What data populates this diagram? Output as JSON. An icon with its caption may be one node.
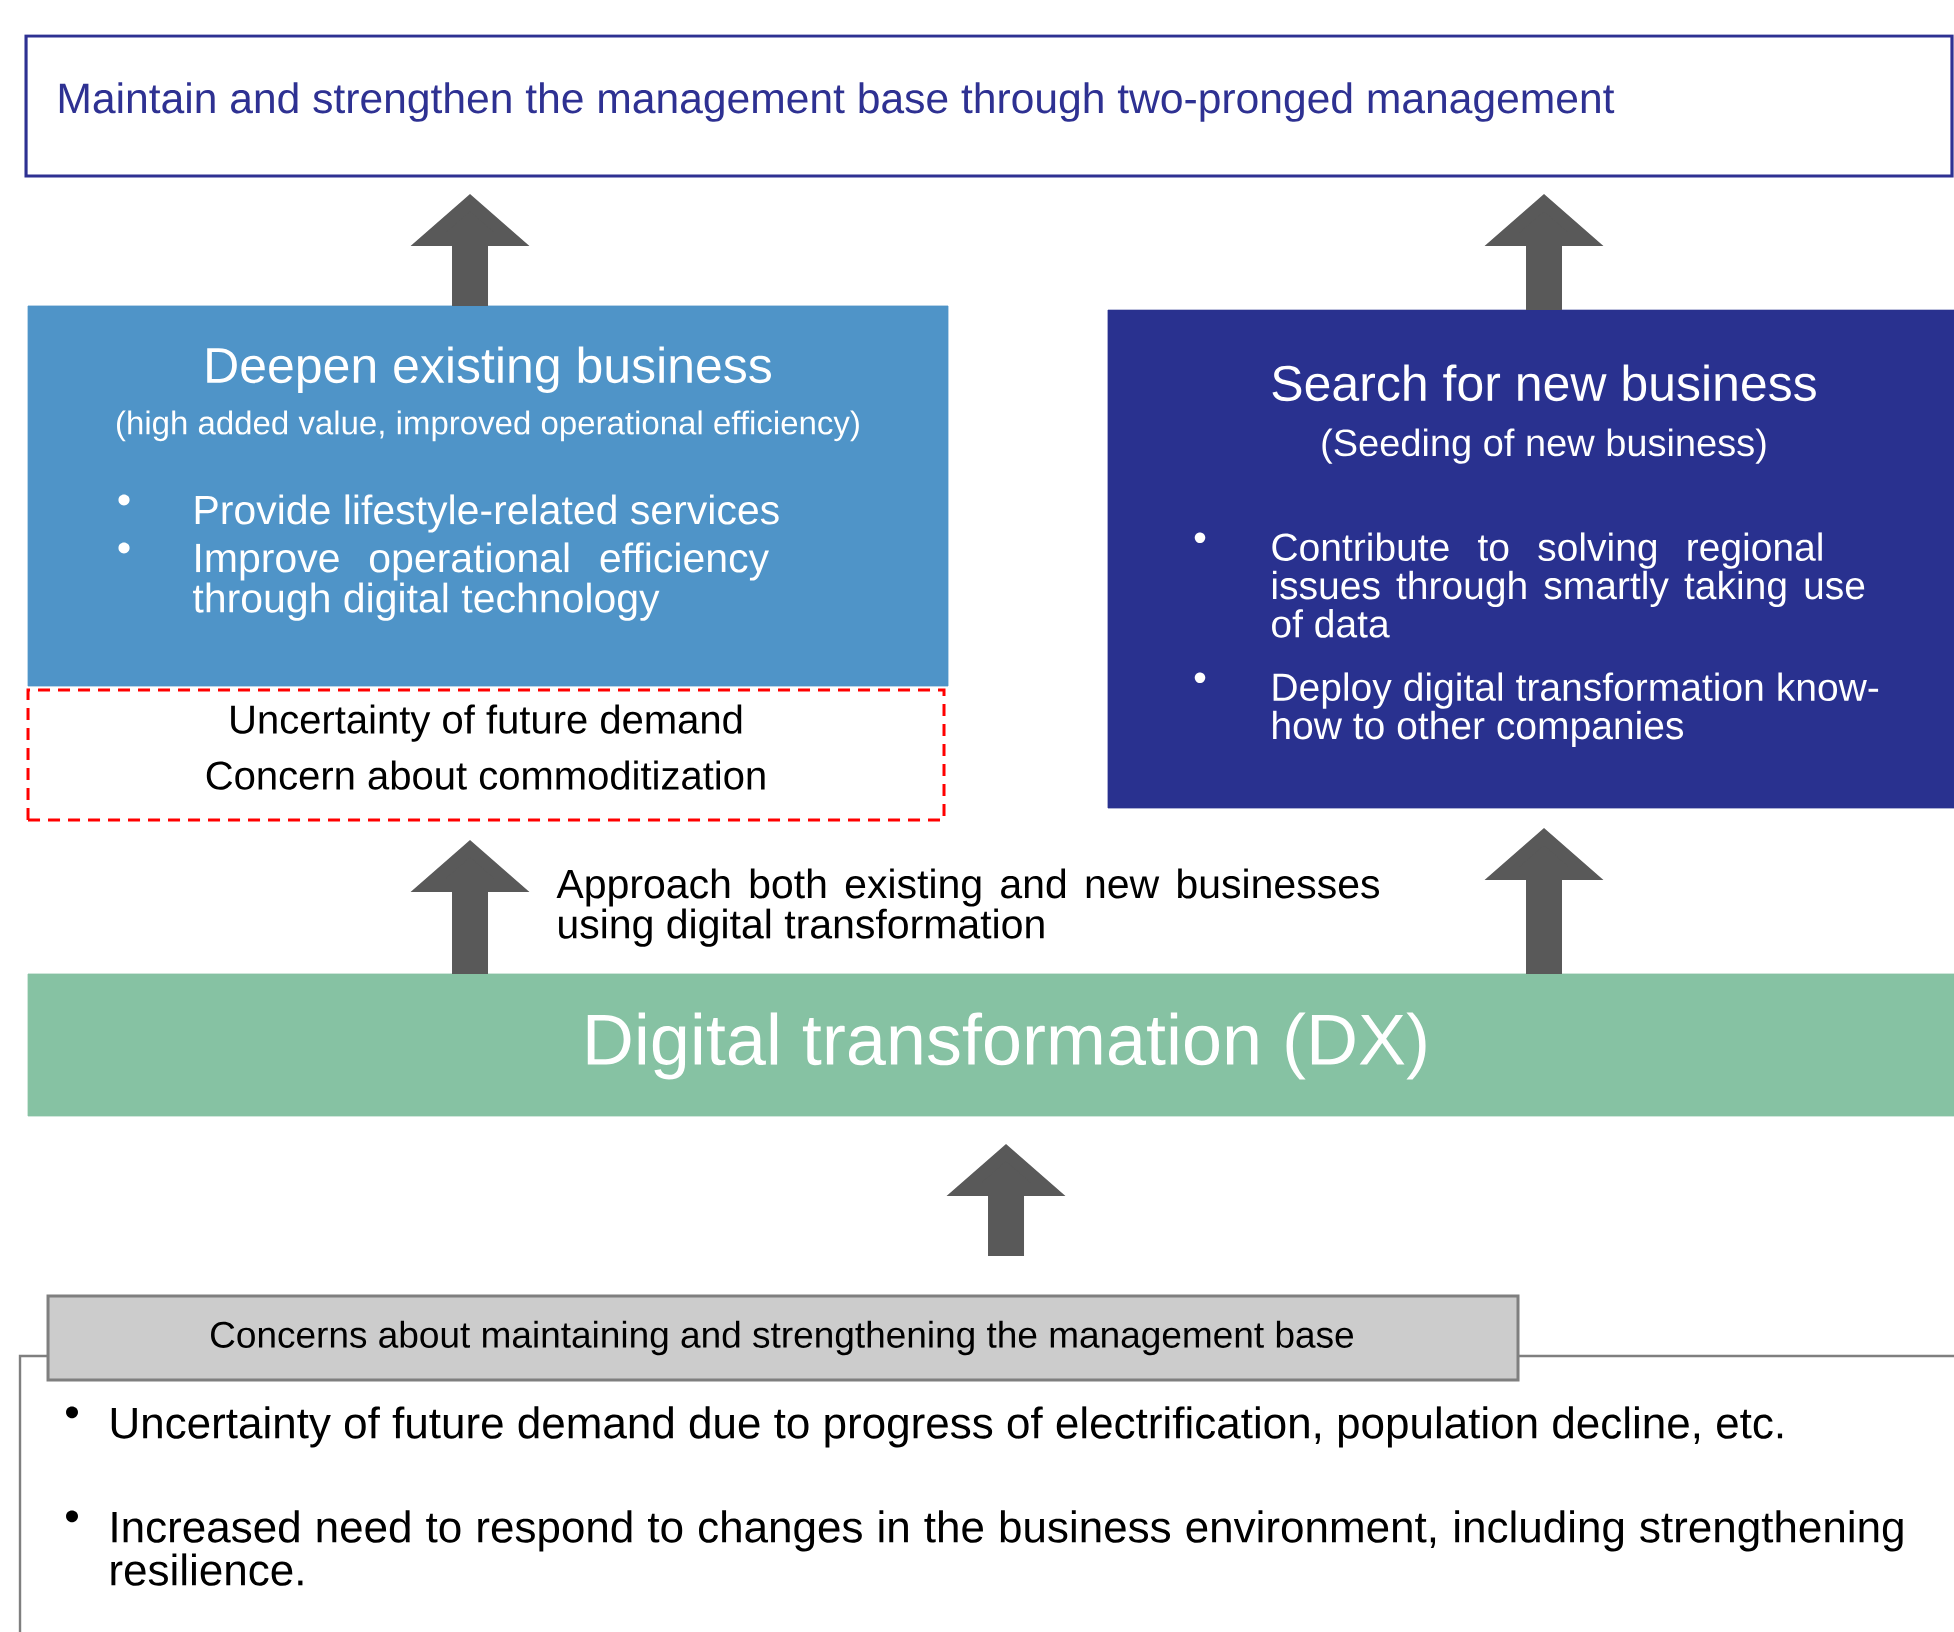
{
  "diagram": {
    "nodes": [
      {
        "text": [
          "Maintain and strengthen the management base through two-pronged management"
        ]
      },
      {
        "text": [
          "Deepen existing business",
          "(high added value, improved operational efficiency)",
          "Provide lifestyle-related services",
          "Improve operational efficiency through digital technology"
        ]
      },
      {
        "text": [
          "Uncertainty of future demand",
          "Concern about commoditization"
        ]
      },
      {
        "text": [
          "Search for new business",
          "(Seeding of new business)",
          "Contribute to solving regional issues through smartly taking use of data",
          "Deploy digital transformation know-how to other companies"
        ]
      },
      {
        "text": [
          "Digital transformation (DX)"
        ]
      },
      {
        "text": [
          "Concerns about maintaining and strengthening the management base",
          "Uncertainty of future demand due to progress of electrification, population decline, etc.",
          "Increased need to respond to changes in the business environment, including strengthening resilience."
        ]
      }
    ],
    "edges": [
      {
        "from": 1,
        "to": 0,
        "arrow": "to"
      },
      {
        "from": 3,
        "to": 0,
        "arrow": "to"
      },
      {
        "from": 4,
        "to": 2,
        "arrow": "to"
      },
      {
        "from": 4,
        "to": 3,
        "arrow": "to"
      },
      {
        "from": 5,
        "to": 4,
        "arrow": "to"
      }
    ],
    "labels": [
      "•",
      "•",
      "•",
      "•",
      "Approach both existing and new businesses using digital transformation",
      "•",
      "•"
    ]
  }
}
